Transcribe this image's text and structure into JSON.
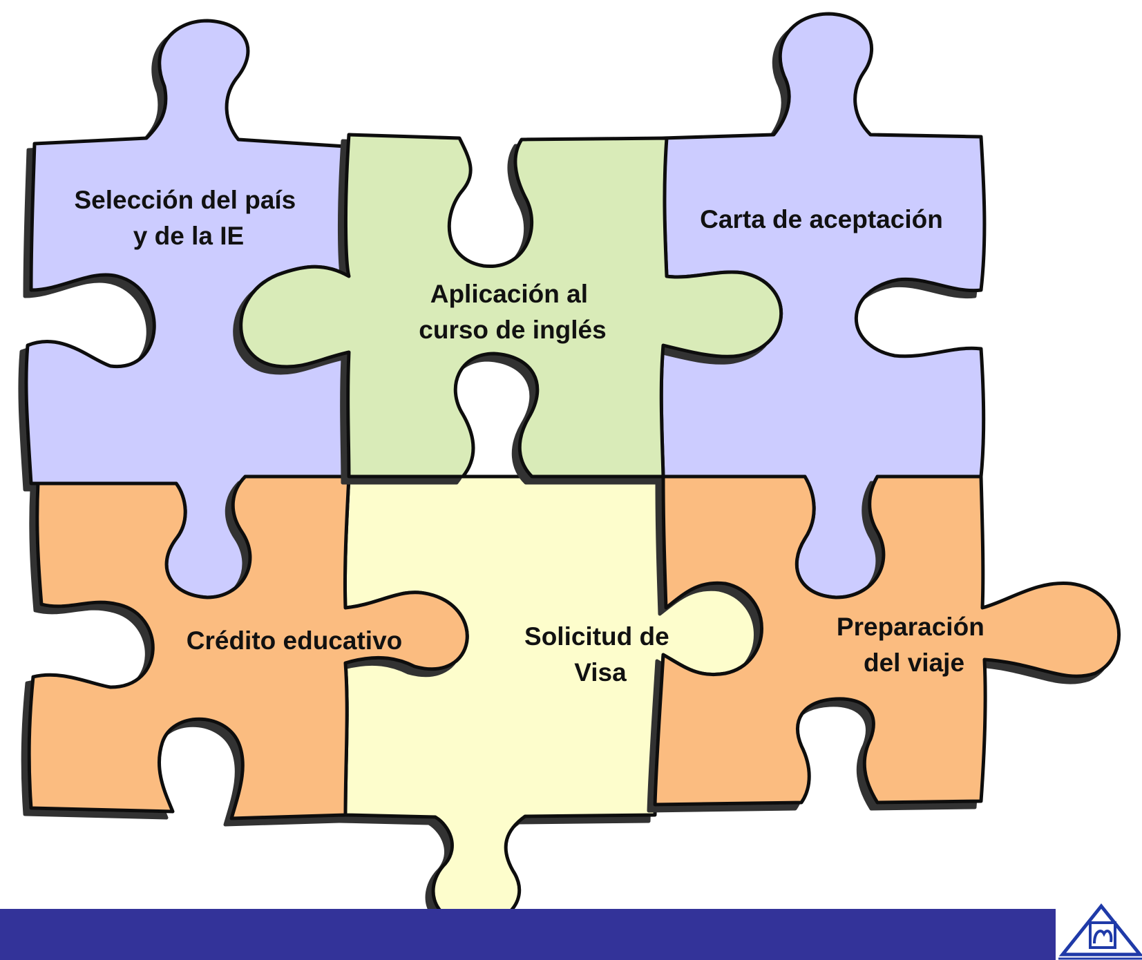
{
  "colors": {
    "blue": "#ccccff",
    "green": "#d9ebb8",
    "yellow": "#fdfdcc",
    "orange": "#fbbc80",
    "outline": "#111111",
    "shadow": "#333333",
    "footer": "#333399"
  },
  "pieces": {
    "seleccion": {
      "line1": "Selección del país",
      "line2": "y de la IE",
      "color": "#ccccff"
    },
    "aplicacion": {
      "line1": "Aplicación al",
      "line2": "curso de inglés",
      "color": "#d9ebb8"
    },
    "carta": {
      "line1": "Carta de aceptación",
      "color": "#ccccff"
    },
    "credito": {
      "line1": "Crédito educativo",
      "color": "#fbbc80"
    },
    "visa": {
      "line1": "Solicitud de",
      "line2": "Visa",
      "color": "#fdfdcc"
    },
    "preparacion": {
      "line1": "Preparación",
      "line2": "del viaje",
      "color": "#fbbc80"
    }
  },
  "logo": {
    "name": "triangle-logo-icon"
  }
}
